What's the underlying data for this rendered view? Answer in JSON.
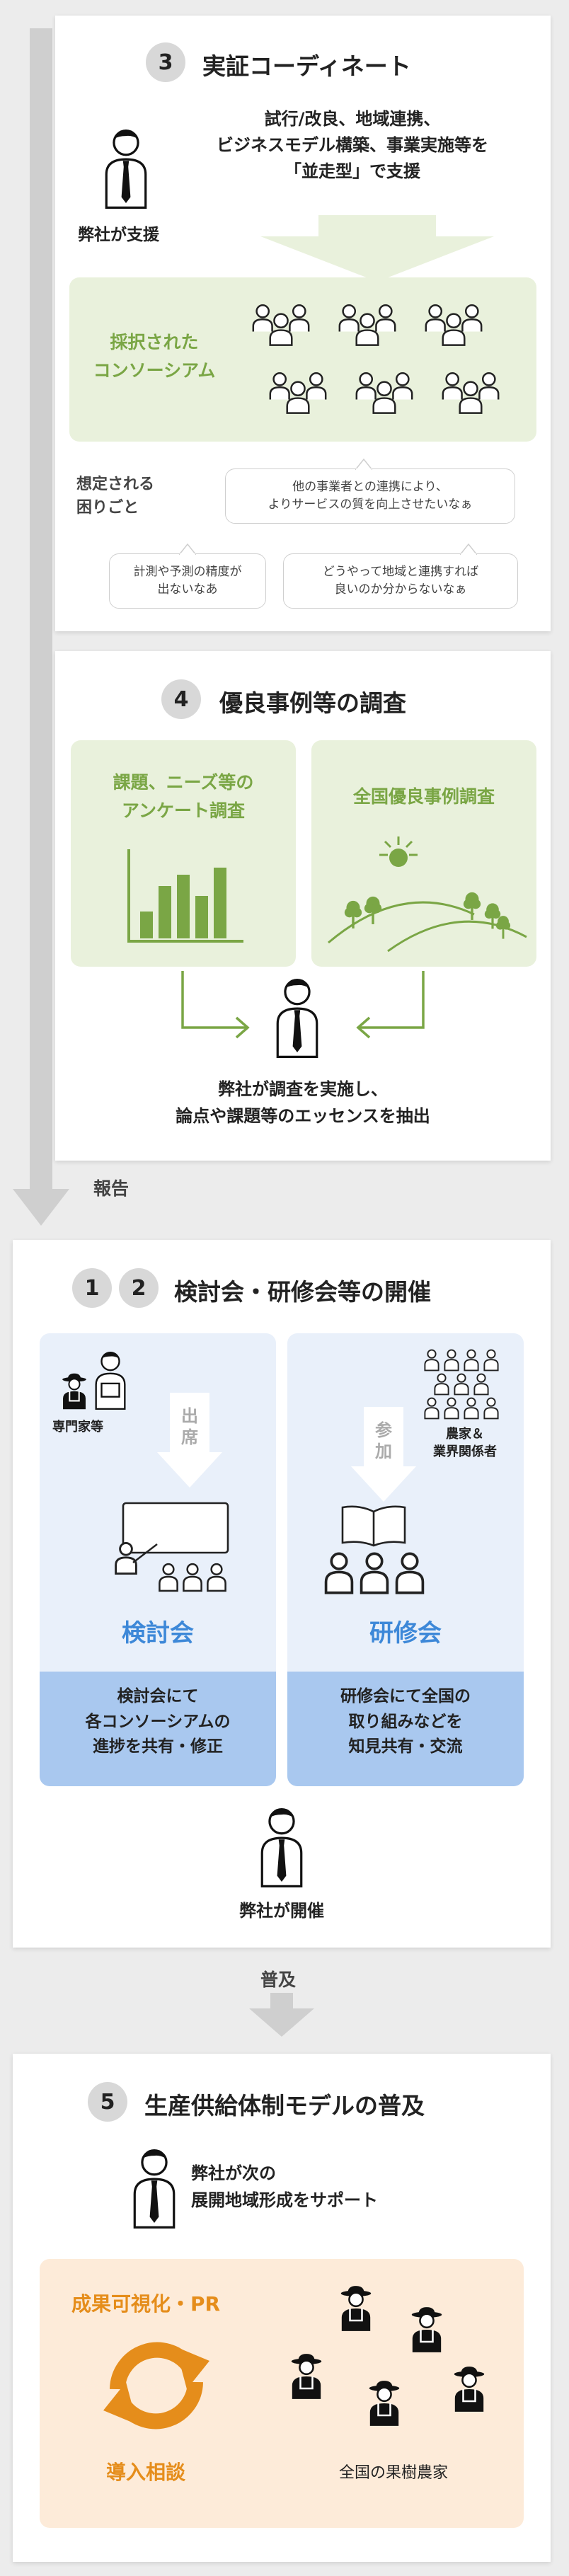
{
  "side_flow": {
    "report_label": "報告"
  },
  "section3": {
    "number": "3",
    "title": "実証コーディネート",
    "description": "試行/改良、地域連携、\nビジネスモデル構築、事業実施等を\n「並走型」で支援",
    "person_label": "弊社が支援",
    "consortium_label": "採択された\nコンソーシアム",
    "issues_label": "想定される\n困りごと",
    "bubbles": [
      "他の事業者との連携により、\nよりサービスの質を向上させたいなぁ",
      "計測や予測の精度が\n出ないなあ",
      "どうやって地域と連携すれば\n良いのか分からないなぁ"
    ]
  },
  "section4": {
    "number": "4",
    "title": "優良事例等の調査",
    "box_left": "課題、ニーズ等の\nアンケート調査",
    "box_right": "全国優良事例調査",
    "caption": "弊社が調査を実施し、\n論点や課題等のエッセンスを抽出"
  },
  "section12": {
    "numbers": [
      "1",
      "2"
    ],
    "title": "検討会・研修会等の開催",
    "left": {
      "expert_label": "専門家等",
      "arrow_label": "出\n席",
      "title": "検討会",
      "footer": "検討会にて\n各コンソーシアムの\n進捗を共有・修正"
    },
    "right": {
      "farmers_label": "農家＆\n業界関係者",
      "arrow_label": "参\n加",
      "title": "研修会",
      "footer": "研修会にて全国の\n取り組みなどを\n知見共有・交流"
    },
    "person_label": "弊社が開催"
  },
  "spread_label": "普及",
  "section5": {
    "number": "5",
    "title": "生産供給体制モデルの普及",
    "description": "弊社が次の\n展開地域形成をサポート",
    "cycle_top": "成果可視化・PR",
    "cycle_bottom": "導入相談",
    "farmers_caption": "全国の果樹農家"
  },
  "colors": {
    "green": "#7aa645",
    "green_light": "#e9f1dc",
    "blue": "#3d88d8",
    "blue_light": "#e9f0fa",
    "blue_footer": "#a9c8ef",
    "orange": "#e58d1b",
    "orange_light": "#fdebd9",
    "gray_arrow": "#cfcfcf"
  }
}
